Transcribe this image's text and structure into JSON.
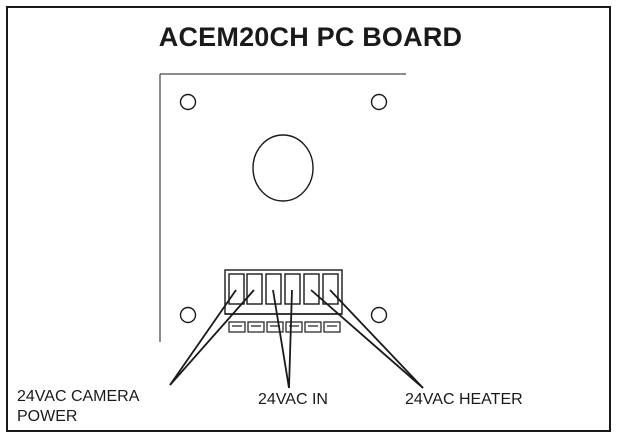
{
  "title": "ACEM20CH PC BOARD",
  "labels": {
    "camera_power_line1": "24VAC CAMERA",
    "camera_power_line2": "POWER",
    "vac_in": "24VAC IN",
    "heater": "24VAC HEATER"
  },
  "terminal_block": {
    "terminal_count": 6
  },
  "colors": {
    "ink": "#1a1a1a",
    "background": "#ffffff"
  }
}
